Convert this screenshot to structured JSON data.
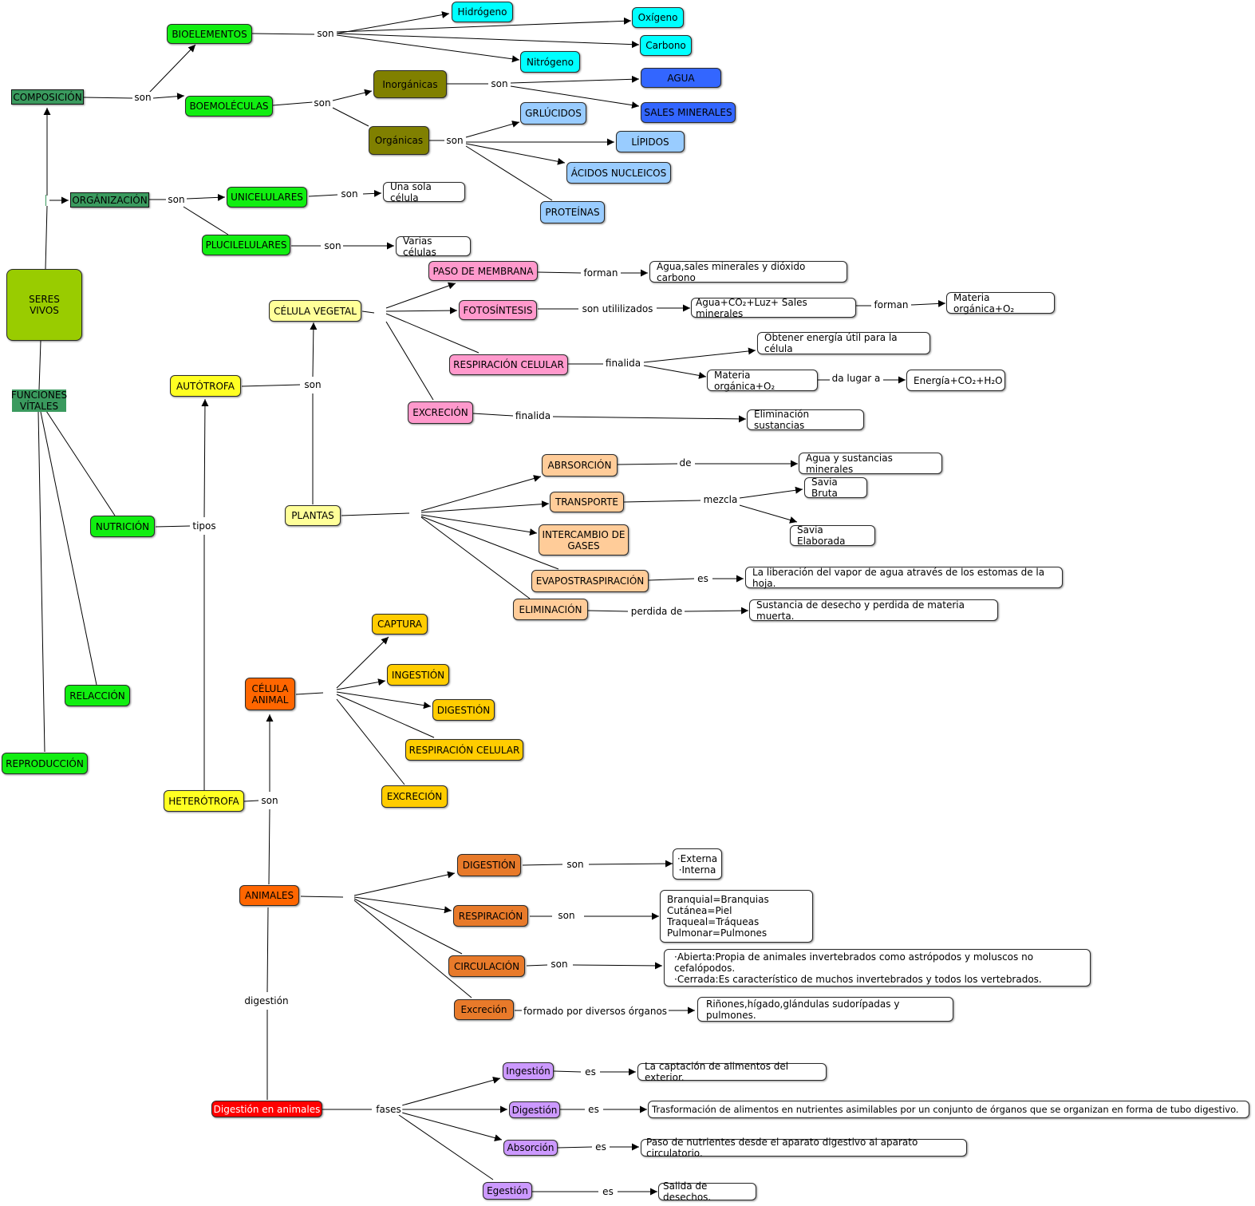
{
  "nodes": {
    "seres_vivos": "SERES\nVIVOS",
    "composicion": "COMPOSICIÓN",
    "organizacion": "ORGÁNIZACIÓN",
    "funciones_vitales": "FUNCIONES\nVÍTALES",
    "bioelementos": "BIOELEMENTOS",
    "biomoleculas": "BOEMOLÉCULAS",
    "hidrogeno": "Hidrógeno",
    "oxigeno": "Oxígeno",
    "carbono": "Carbono",
    "nitrogeno": "Nitrógeno",
    "inorganicas": "Inorgánicas",
    "organicas": "Orgánicas",
    "agua": "AGUA",
    "sales_minerales": "SALES MINERALES",
    "glucidos": "GRLÚCIDOS",
    "lipidos": "LÍPIDOS",
    "acidos_nucleicos": "ÁCIDOS NUCLEICOS",
    "proteinas": "PROTEÍNAS",
    "unicelulares": "UNICELULARES",
    "pluricelulares": "PLUCILELULARES",
    "una_sola_celula": "Una sola célula",
    "varias_celulas": "Varias células",
    "nutricion": "NUTRICIÓN",
    "relacion": "RELACCIÓN",
    "reproduccion": "REPRODUCCIÓN",
    "autotrofa": "AUTÓTROFA",
    "heterotrofa": "HETERÓTROFA",
    "celula_vegetal": "CÉLULA VEGETAL",
    "plantas": "PLANTAS",
    "paso_membrana": "PASO DE MEMBRANA",
    "fotosintesis": "FOTOSÍNTESIS",
    "respiracion_celular_v": "RESPIRACIÓN CELULAR",
    "excrecion_v": "EXCRECIÓN",
    "agua_sales_dioxido": "Agua,sales minerales y dióxido carbono",
    "agua_co2_luz": "Agua+CO₂+Luz+ Sales minerales",
    "materia_organica_o2_a": "Materia orgánica+O₂",
    "obtener_energia": "Obtener energía útil para  la célula",
    "materia_organica_o2_b": "Materia orgánica+O₂",
    "energia_co2_h2o": "Energía+CO₂+H₂O",
    "eliminacion_sustancias": "Eliminación sustancias",
    "absorcion_p": "ABRSORCIÓN",
    "transporte": "TRANSPORTE",
    "intercambio_gases": "INTERCAMBIO DE\nGASES",
    "evapotraspiracion": "EVAPOSTRASPIRACIÓN",
    "eliminacion_p": "ELIMINACIÓN",
    "agua_sustancias_minerales": "Agua y sustancias minerales",
    "savia_bruta": "Savia Bruta",
    "savia_elaborada": "Savia Elaborada",
    "liberacion_vapor": "La liberación del vapor de agua através de los estomas de la hoja.",
    "sustancia_desecho": "Sustancia de desecho y perdida de materia muerta.",
    "celula_animal": "CÉLULA\nANIMAL",
    "captura": "CAPTURA",
    "ingestion_c": "INGESTIÓN",
    "digestion_c": "DIGESTIÓN",
    "respiracion_celular_a": "RESPIRACIÓN CELULAR",
    "excrecion_a": "EXCRECIÓN",
    "animales": "ANIMALES",
    "digestion_an": "DIGESTIÓN",
    "respiracion_an": "RESPIRACIÓN",
    "circulacion": "CIRCULACIÓN",
    "excrecion_an": "Excreción",
    "externa_interna": "·Externa\n·Interna",
    "tipos_respiracion": "Branquial=Branquias\nCutánea=Piel\nTraqueal=Tráqueas\nPulmonar=Pulmones",
    "tipos_circulacion": "·Abierta:Propia de animales invertebrados como astrópodos y moluscos no cefalópodos.\n·Cerrada:Es característico de muchos invertebrados y todos los vertebrados.",
    "organos_excrecion": "Riñones,hígado,glándulas sudorípadas y pulmones.",
    "digestion_animales": "Digestión en animales",
    "ingestion_f": "Ingestión",
    "digestion_f": "Digestión",
    "absorcion_f": "Absorción",
    "egestion_f": "Egestión",
    "captacion_alimentos": "La captación de alimentos del exterior.",
    "trasformacion_alimentos": "Trasformación de alimentos en nutrientes asimilables por un conjunto de órganos que se organizan en forma de tubo digestivo.",
    "paso_nutrientes": "Paso de nutrientes desde el aparato digestivo al aparato circulatorio.",
    "salida_desechos": "Salida de desechos."
  },
  "links": {
    "son_composicion": "son",
    "son_bioelementos": "son",
    "son_biomoleculas": "son",
    "son_inorganicas": "son",
    "son_organicas": "son",
    "son_organizacion": "son",
    "son_unicelulares": "son",
    "son_pluricelulares": "son",
    "tipos": "tipos",
    "son_autotrofa": "son",
    "son_heterotrofa": "son",
    "digestion": "digestión",
    "forman_1": "forman",
    "son_utilizados": "son utililizados",
    "forman_2": "forman",
    "finalida_1": "finalida",
    "da_lugar_a": "da lugar a",
    "finalida_2": "finalida",
    "de": "de",
    "mezcla": "mezcla",
    "es_evapo": "es",
    "perdida_de": "perdida de",
    "son_digestion_an": "son",
    "son_respiracion_an": "son",
    "son_circulacion": "son",
    "formado_por": "formado por diversos órganos",
    "fases": "fases",
    "es_ingestion": "es",
    "es_digestion": "es",
    "es_absorcion": "es",
    "es_egestion": "es"
  },
  "colors": {
    "root": "#99cc00",
    "category": "#3a9a5e",
    "bright_green": "#11ee11",
    "cyan": "#00ffff",
    "olive": "#808000",
    "blue": "#3366ff",
    "light_blue": "#99ccff",
    "yellow": "#ffff22",
    "pale_yellow": "#ffff99",
    "pink": "#ff99cc",
    "peach": "#ffcc99",
    "gold": "#ffcc00",
    "orange_red": "#ff6600",
    "orange": "#e87a2a",
    "red": "#ff0000",
    "lavender": "#cc99ff",
    "white": "#ffffff"
  }
}
